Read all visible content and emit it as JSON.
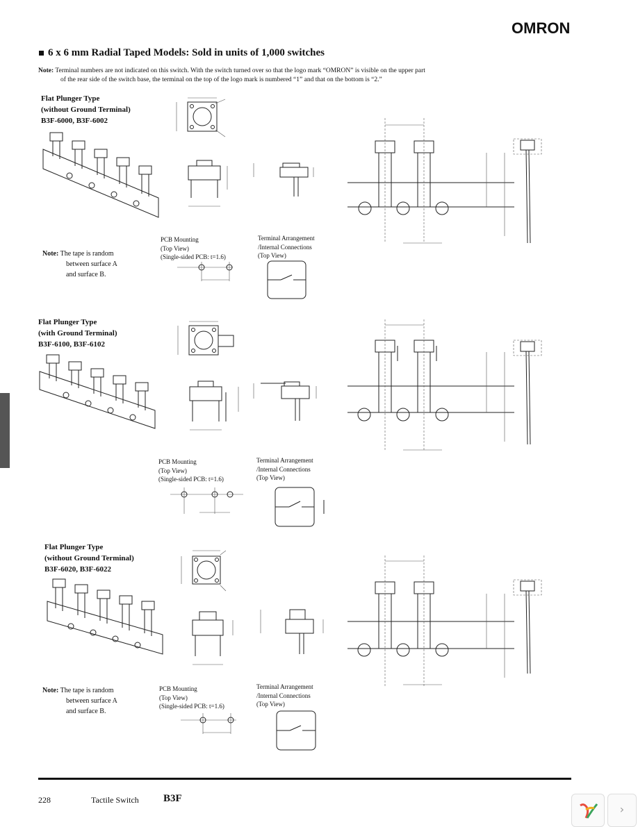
{
  "header": {
    "brand": "OMRON",
    "heading": "6 x 6 mm Radial Taped Models: Sold in units of 1,000 switches"
  },
  "note": {
    "label": "Note:",
    "line1": "Terminal numbers are not indicated on this switch. With the switch turned over so that the logo mark “OMRON” is visible on the upper part",
    "line2": "of the rear side of the switch base, the terminal on the top of the logo mark is numbered “1” and that on the bottom is “2.”"
  },
  "sections": [
    {
      "title1": "Flat Plunger Type",
      "title2": "(without Ground Terminal)",
      "models": "B3F-6000, B3F-6002",
      "note_label": "Note:",
      "note_lines": [
        "The tape is random",
        "between       surface A",
        "and surface B."
      ],
      "pcb_lines": [
        "PCB Mounting",
        "(Top View)",
        "(Single-sided PCB: t=1.6)"
      ],
      "term_lines": [
        "Terminal Arrangement",
        "/Internal Connections",
        "(Top View)"
      ]
    },
    {
      "title1": "Flat Plunger Type",
      "title2": "(with Ground Terminal)",
      "models": "B3F-6100, B3F-6102",
      "note_label": "",
      "note_lines": [],
      "pcb_lines": [
        "PCB Mounting",
        "(Top View)",
        "(Single-sided PCB: t=1.6)"
      ],
      "term_lines": [
        "Terminal Arrangement",
        "/Internal Connections",
        "(Top View)"
      ]
    },
    {
      "title1": "Flat Plunger Type",
      "title2": "(without Ground Terminal)",
      "models": "B3F-6020, B3F-6022",
      "note_label": "Note:",
      "note_lines": [
        "The tape is random",
        "between       surface A",
        "and surface B."
      ],
      "pcb_lines": [
        "PCB Mounting",
        "(Top View)",
        "(Single-sided PCB: t=1.6)"
      ],
      "term_lines": [
        "Terminal Arrangement",
        "/Internal Connections",
        "(Top View)"
      ]
    }
  ],
  "footer": {
    "page": "228",
    "product": "Tactile Switch",
    "model": "B3F"
  },
  "viewer": {
    "next_glyph": "›"
  }
}
